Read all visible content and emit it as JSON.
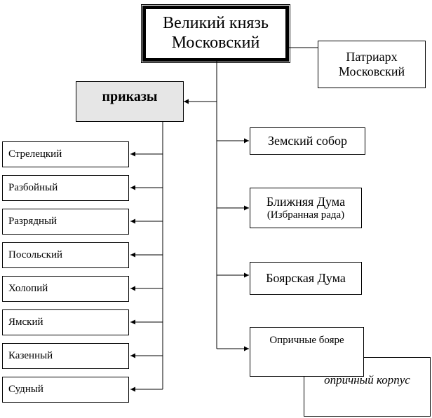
{
  "head": {
    "line1": "Великий князь",
    "line2": "Московский"
  },
  "patriarch": {
    "line1": "Патриарх",
    "line2": "Московский"
  },
  "prikazy": {
    "label": "приказы",
    "items": [
      "Стрелецкий",
      "Разбойный",
      "Разрядный",
      "Посольский",
      "Холопий",
      "Ямский",
      "Казенный",
      "Судный"
    ]
  },
  "bodies": {
    "zemsky": "Земский собор",
    "near_duma_line1": "Ближняя Дума",
    "near_duma_line2": "(Избранная рада)",
    "boyar_duma": "Боярская Дума",
    "oprichnina_boyars": "Опричные бояре",
    "oprichnina_corps": "опричный корпус"
  }
}
